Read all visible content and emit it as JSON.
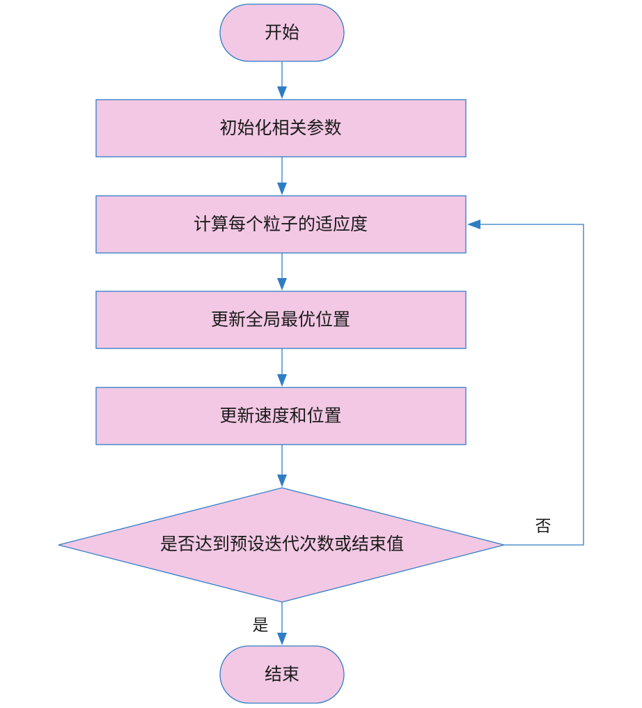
{
  "diagram": {
    "start": "开始",
    "init": "初始化相关参数",
    "fitness": "计算每个粒子的适应度",
    "update_global": "更新全局最优位置",
    "update_velocity": "更新速度和位置",
    "decision": "是否达到预设迭代次数或结束值",
    "end": "结束",
    "no_label": "否",
    "yes_label": "是"
  },
  "colors": {
    "node_fill": "#f2c8e4",
    "line": "#2e7dc4",
    "text": "#1a1a1a"
  }
}
